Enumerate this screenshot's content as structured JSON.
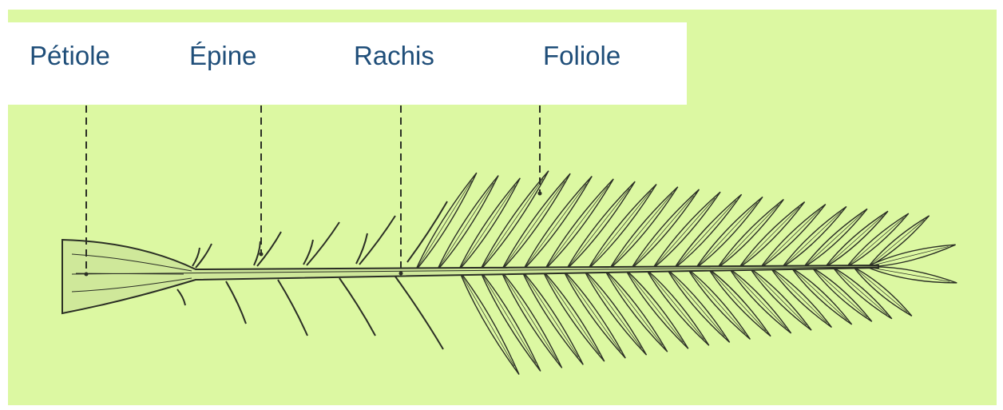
{
  "colors": {
    "background": "#dcf8a2",
    "label_box": "#ffffff",
    "label_text": "#1f4e79",
    "ink": "#2b2f25",
    "stalk_fill": "#cfe89a"
  },
  "labels": {
    "petiole": "Pétiole",
    "epine": "Épine",
    "rachis": "Rachis",
    "foliole": "Foliole"
  }
}
